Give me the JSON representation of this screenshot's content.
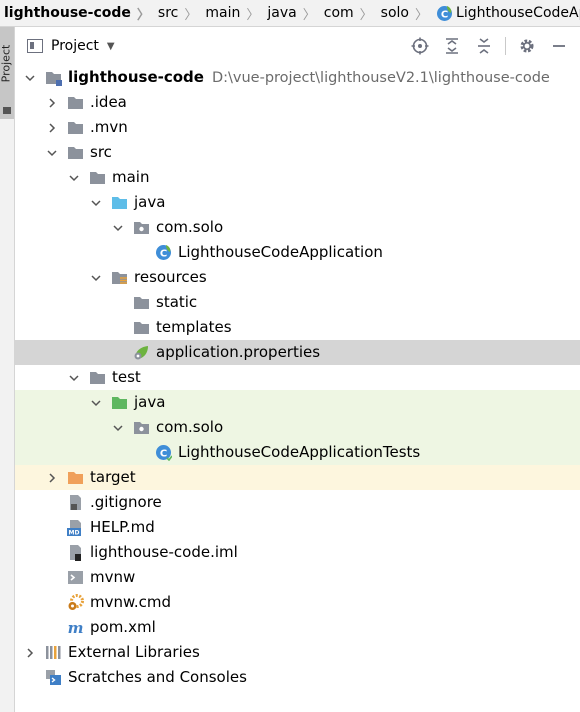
{
  "breadcrumb": [
    "lighthouse-code",
    "src",
    "main",
    "java",
    "com",
    "solo",
    "LighthouseCodeApplic"
  ],
  "sidebar_tab": "Project",
  "panel": {
    "title": "Project",
    "tools": [
      "locate-icon",
      "expand-all-icon",
      "collapse-all-icon",
      "gear-icon",
      "minimize-icon"
    ]
  },
  "tree": [
    {
      "depth": 0,
      "arrow": "down",
      "icon": "module-folder",
      "label": "lighthouse-code",
      "bold": true,
      "path": "D:\\vue-project\\lighthouseV2.1\\lighthouse-code"
    },
    {
      "depth": 1,
      "arrow": "right",
      "icon": "folder",
      "label": ".idea"
    },
    {
      "depth": 1,
      "arrow": "right",
      "icon": "folder",
      "label": ".mvn"
    },
    {
      "depth": 1,
      "arrow": "down",
      "icon": "folder",
      "label": "src"
    },
    {
      "depth": 2,
      "arrow": "down",
      "icon": "folder",
      "label": "main"
    },
    {
      "depth": 3,
      "arrow": "down",
      "icon": "source-folder",
      "label": "java"
    },
    {
      "depth": 4,
      "arrow": "down",
      "icon": "package",
      "label": "com.solo"
    },
    {
      "depth": 5,
      "arrow": "",
      "icon": "spring-class",
      "label": "LighthouseCodeApplication"
    },
    {
      "depth": 3,
      "arrow": "down",
      "icon": "resources-folder",
      "label": "resources"
    },
    {
      "depth": 4,
      "arrow": "",
      "icon": "folder",
      "label": "static"
    },
    {
      "depth": 4,
      "arrow": "",
      "icon": "folder",
      "label": "templates"
    },
    {
      "depth": 4,
      "arrow": "",
      "icon": "spring-properties",
      "label": "application.properties",
      "state": "sel"
    },
    {
      "depth": 2,
      "arrow": "down",
      "icon": "folder",
      "label": "test"
    },
    {
      "depth": 3,
      "arrow": "down",
      "icon": "test-folder",
      "label": "java",
      "state": "test"
    },
    {
      "depth": 4,
      "arrow": "down",
      "icon": "package",
      "label": "com.solo",
      "state": "test"
    },
    {
      "depth": 5,
      "arrow": "",
      "icon": "test-class",
      "label": "LighthouseCodeApplicationTests",
      "state": "test"
    },
    {
      "depth": 1,
      "arrow": "right",
      "icon": "excluded-folder",
      "label": "target",
      "state": "excl"
    },
    {
      "depth": 1,
      "arrow": "",
      "icon": "text-file",
      "label": ".gitignore"
    },
    {
      "depth": 1,
      "arrow": "",
      "icon": "markdown-file",
      "label": "HELP.md"
    },
    {
      "depth": 1,
      "arrow": "",
      "icon": "iml-file",
      "label": "lighthouse-code.iml"
    },
    {
      "depth": 1,
      "arrow": "",
      "icon": "shell-file",
      "label": "mvnw"
    },
    {
      "depth": 1,
      "arrow": "",
      "icon": "cmd-file",
      "label": "mvnw.cmd"
    },
    {
      "depth": 1,
      "arrow": "",
      "icon": "maven-file",
      "label": "pom.xml"
    },
    {
      "depth": 0,
      "arrow": "right",
      "icon": "libraries",
      "label": "External Libraries"
    },
    {
      "depth": 0,
      "arrow": "",
      "icon": "scratches",
      "label": "Scratches and Consoles"
    }
  ],
  "colors": {
    "selected": "#d5d5d5",
    "test_bg": "#eef6e3",
    "excluded_bg": "#fdf6de",
    "source_blue": "#5ebde8",
    "test_green": "#5fb760",
    "excluded_orange": "#f0a05a",
    "folder_gray": "#8c929c"
  }
}
